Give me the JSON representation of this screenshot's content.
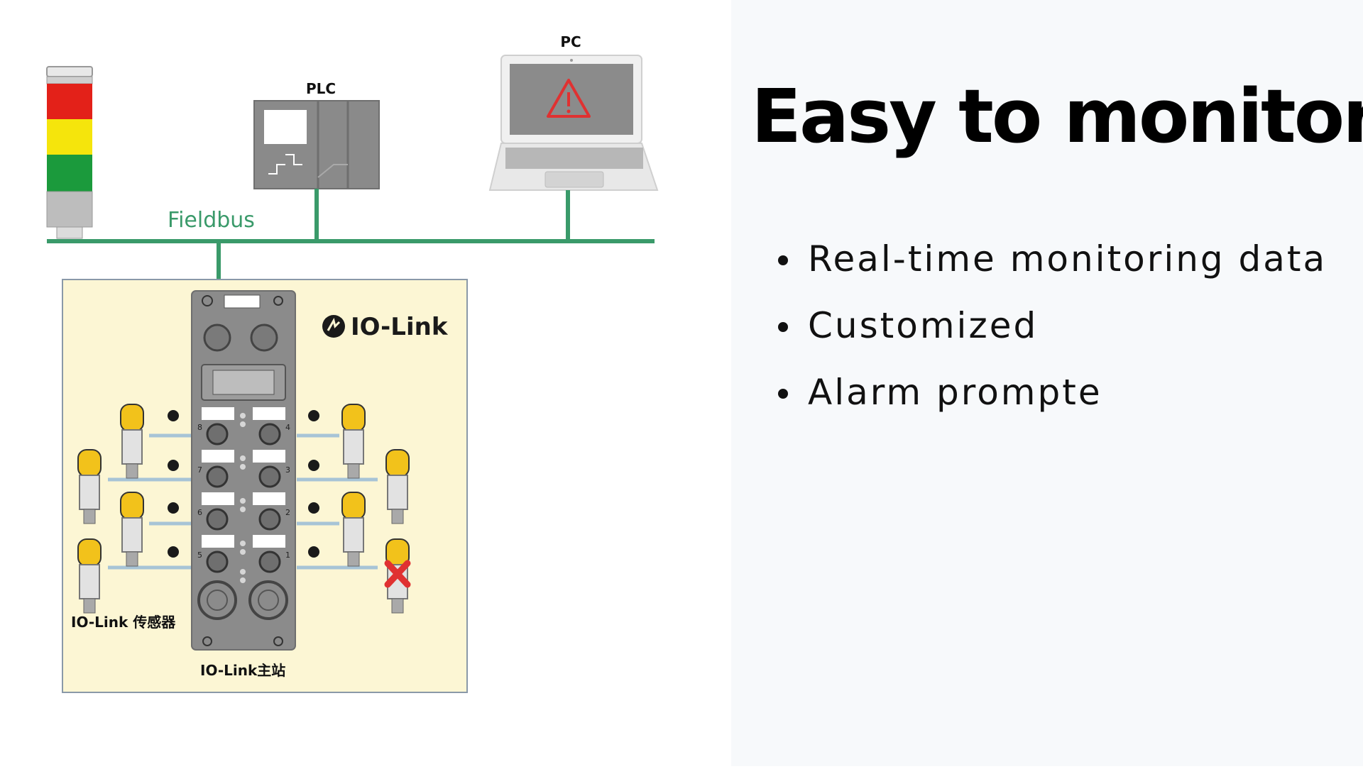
{
  "slide": {
    "title": "Easy to monitor",
    "bullets": [
      "Real-time monitoring data",
      "Customized",
      "Alarm prompte"
    ]
  },
  "diagram": {
    "pc_label": "PC",
    "plc_label": "PLC",
    "fieldbus_label": "Fieldbus",
    "iolink_logo": "IO-Link",
    "sensor_label": "IO-Link 传感器",
    "master_label": "IO-Link主站",
    "port_numbers": [
      "8",
      "7",
      "6",
      "5",
      "4",
      "3",
      "2",
      "1"
    ],
    "colors": {
      "fieldbus": "#3a9a6a",
      "panel_bg": "#fcf6d4",
      "sensor_yellow": "#f2c21b",
      "alarm_red": "#e03131",
      "light_red": "#e32119",
      "light_yellow": "#f5e50c",
      "light_green": "#1b9a3c"
    }
  }
}
